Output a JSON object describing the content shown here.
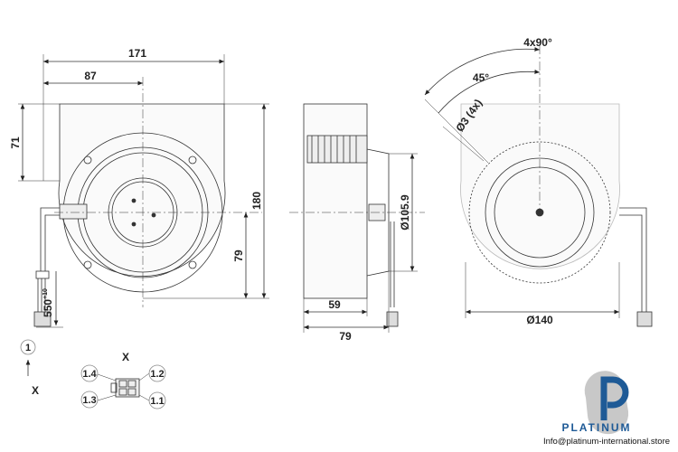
{
  "dimensions": {
    "width_total": "171",
    "width_center": "87",
    "height_top": "71",
    "height_total": "180",
    "height_lower": "79",
    "cable_length": "550",
    "cable_tolerance": "+10",
    "depth_body": "59",
    "depth_total": "79",
    "diameter_inlet": "Ø105.9",
    "diameter_outer": "Ø140",
    "angle_repeat": "4x90°",
    "angle": "45°",
    "hole": "Ø3 (4x)"
  },
  "view_marker": {
    "number": "1",
    "view_letter": "X"
  },
  "connector_detail": {
    "title": "X",
    "pins": [
      "1.4",
      "1.2",
      "1.3",
      "1.1"
    ]
  },
  "watermark": {
    "brand": "PLATINUM",
    "email": "Info@platinum-international.store",
    "colors": {
      "blue": "#1e5a96",
      "gray": "#c8c8c8"
    }
  }
}
